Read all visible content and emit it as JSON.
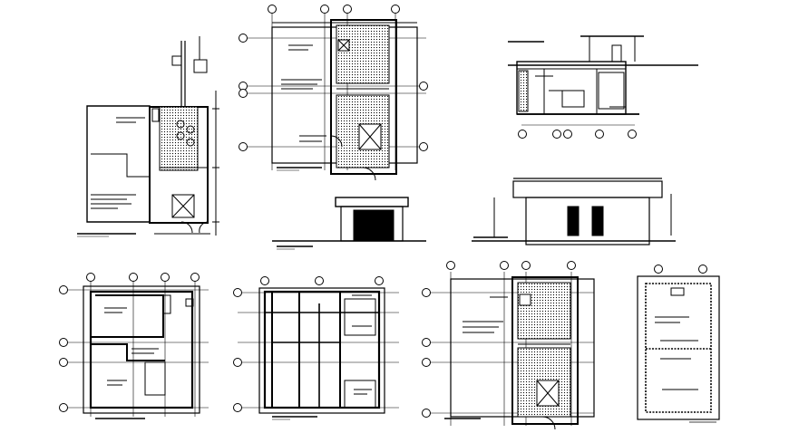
{
  "sheet": {
    "background": "#ffffff",
    "ink": "#000000",
    "drawings": [
      {
        "id": "plan-a",
        "kind": "floor-plan",
        "grid_bubbles": 0
      },
      {
        "id": "plan-b",
        "kind": "floor-plan",
        "grid_bubbles": 10
      },
      {
        "id": "section-a",
        "kind": "section",
        "grid_bubbles": 5
      },
      {
        "id": "elevation-a",
        "kind": "front-elevation",
        "door_openings": 1
      },
      {
        "id": "elevation-b",
        "kind": "side-elevation",
        "door_openings": 2
      },
      {
        "id": "plan-c",
        "kind": "floor-plan",
        "grid_bubbles": 8
      },
      {
        "id": "plan-d",
        "kind": "floor-plan",
        "grid_bubbles": 6
      },
      {
        "id": "plan-e",
        "kind": "floor-plan",
        "grid_bubbles": 8
      },
      {
        "id": "plan-f",
        "kind": "floor-plan",
        "grid_bubbles": 2
      }
    ]
  }
}
